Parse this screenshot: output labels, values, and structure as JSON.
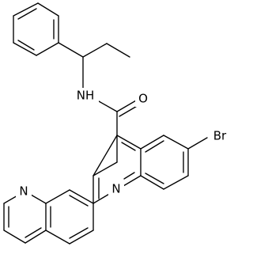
{
  "diagram": {
    "type": "chemical-structure",
    "atom_labels": {
      "nh": "NH",
      "o": "O",
      "br": "Br",
      "n_quinoline": "N",
      "n_pyridine": "N"
    }
  }
}
